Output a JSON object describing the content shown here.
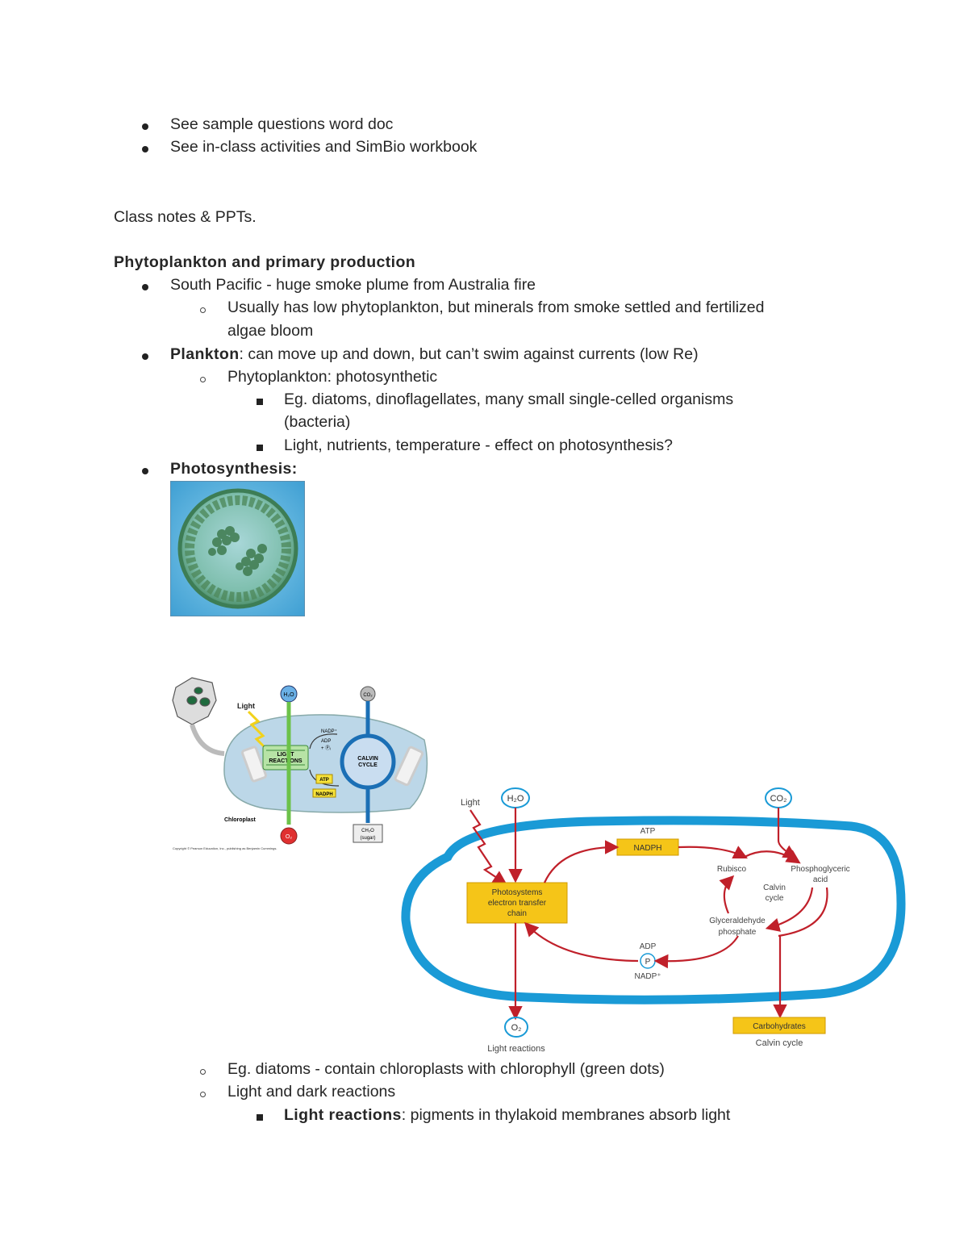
{
  "bullets_top": [
    "See sample questions word doc",
    "See in-class activities and SimBio workbook"
  ],
  "class_notes": "Class notes & PPTs.",
  "section_heading": "Phytoplankton and primary production",
  "south_pacific": "South Pacific - huge smoke plume from Australia fire",
  "south_pacific_sub_1": "Usually has low phytoplankton, but minerals from smoke settled and fertilized",
  "south_pacific_sub_2": "algae bloom",
  "plankton_term": "Plankton",
  "plankton_def": ": can move up and down, but can’t swim against currents (low Re)",
  "phyto": "Phytoplankton: photosynthetic",
  "phyto_eg_1": "Eg. diatoms, dinoflagellates, many small single-celled organisms",
  "phyto_eg_2": "(bacteria)",
  "phyto_light": "Light, nutrients, temperature - effect on photosynthesis?",
  "photosynthesis_heading": "Photosynthesis:",
  "fig1": {
    "water": "H₂O",
    "co2": "CO₂",
    "light": "Light",
    "nadp": "NADP⁺",
    "adp": "ADP",
    "pi": "+ Ⓟᵢ",
    "light_reactions_1": "LIGHT",
    "light_reactions_2": "REACTIONS",
    "calvin_1": "CALVIN",
    "calvin_2": "CYCLE",
    "atp": "ATP",
    "nadph": "NADPH",
    "chloroplast": "Chloroplast",
    "o2": "O₂",
    "sugar_1": "CH₂O",
    "sugar_2": "(sugar)",
    "copyright": "Copyright © Pearson Education, Inc., publishing as Benjamin Cummings."
  },
  "fig2": {
    "light": "Light",
    "water": "H₂O",
    "co2": "CO₂",
    "atp": "ATP",
    "nadph": "NADPH",
    "rubisco": "Rubisco",
    "pga_1": "Phosphoglyceric",
    "pga_2": "acid",
    "calvin_1": "Calvin",
    "calvin_2": "cycle",
    "ps_1": "Photosystems",
    "ps_2": "electron transfer",
    "ps_3": "chain",
    "g3p_1": "Glyceraldehyde",
    "g3p_2": "phosphate",
    "adp": "ADP",
    "p": "P",
    "nadp": "NADP⁺",
    "o2": "O₂",
    "light_reactions": "Light reactions",
    "carbs": "Carbohydrates",
    "calvin_cycle": "Calvin cycle"
  },
  "eg_diatoms": "Eg. diatoms - contain chloroplasts with chlorophyll (green dots)",
  "light_dark": "Light and dark reactions",
  "light_reactions_term": "Light reactions",
  "light_reactions_def": ": pigments in thylakoid membranes absorb light",
  "colors": {
    "membrane": "#1a9ad6",
    "arrow": "#c0202a",
    "box": "#f5c518",
    "chloro": "#b9d6e8"
  }
}
